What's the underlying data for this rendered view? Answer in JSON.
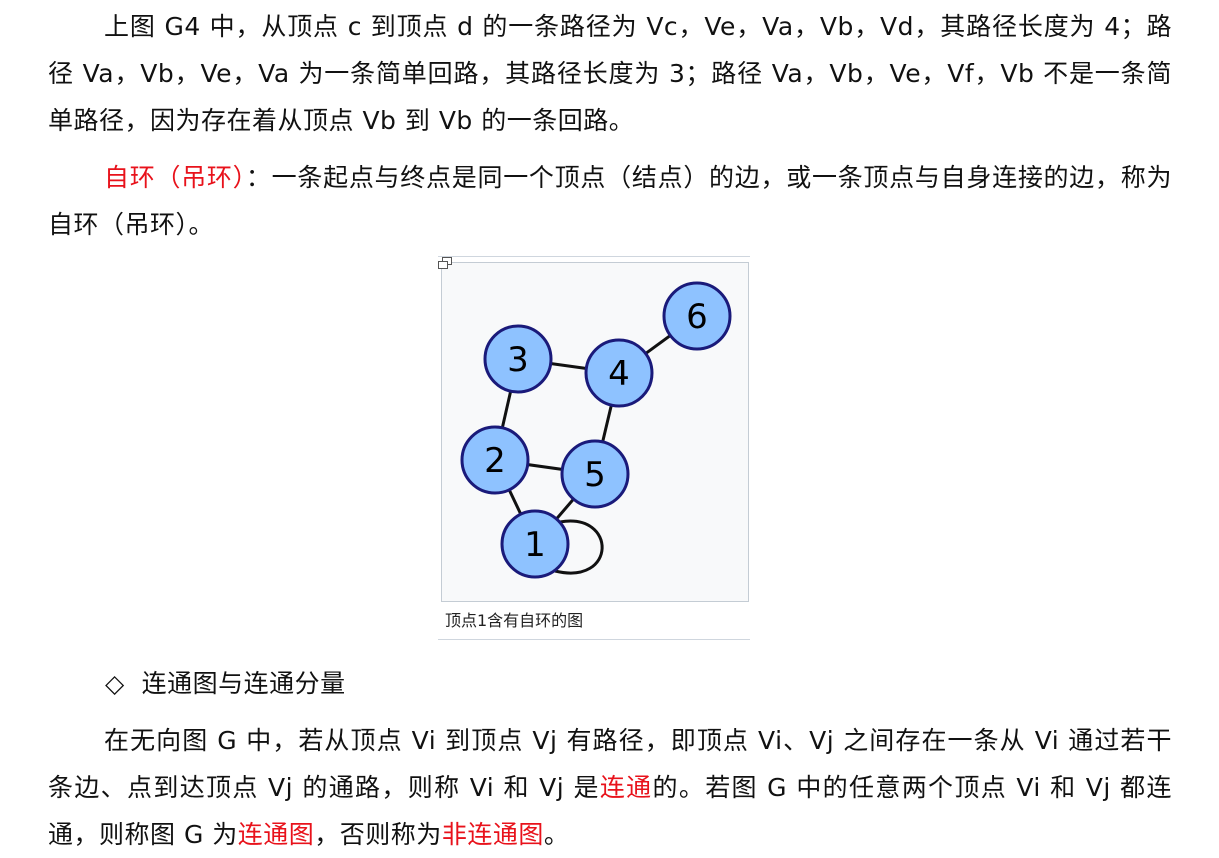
{
  "paragraphs": {
    "p1": "上图 G4 中，从顶点 c 到顶点 d 的一条路径为 Vc，Ve，Va，Vb，Vd，其路径长度为 4；路径 Va，Vb，Ve，Va 为一条简单回路，其路径长度为 3；路径 Va，Vb，Ve，Vf，Vb 不是一条简单路径，因为存在着从顶点 Vb 到 Vb 的一条回路。",
    "p2_term": "自环（吊环）",
    "p2_text": "：一条起点与终点是同一个顶点（结点）的边，或一条顶点与自身连接的边，称为自环（吊环）。",
    "p3_a": "在无向图 G 中，若从顶点 Vi 到顶点 Vj 有路径，即顶点 Vi、Vj 之间存在一条从 Vi 通过若干条边、点到达顶点 Vj 的通路，则称 Vi 和 Vj 是",
    "p3_term1": "连通",
    "p3_b": "的。若图 G 中的任意两个顶点 Vi 和 Vj 都连通，则称图 G 为",
    "p3_term2": "连通图",
    "p3_c": "，否则称为",
    "p3_term3": "非连通图",
    "p3_d": "。"
  },
  "figure": {
    "caption": "顶点1含有自环的图",
    "enlarge_icon": "enlarge-icon",
    "node_fill": "#8ec2ff",
    "node_stroke": "#1a1a7a",
    "nodes": [
      {
        "id": "1",
        "label": "1"
      },
      {
        "id": "2",
        "label": "2"
      },
      {
        "id": "3",
        "label": "3"
      },
      {
        "id": "4",
        "label": "4"
      },
      {
        "id": "5",
        "label": "5"
      },
      {
        "id": "6",
        "label": "6"
      }
    ],
    "edges": [
      [
        "1",
        "1"
      ],
      [
        "1",
        "2"
      ],
      [
        "1",
        "5"
      ],
      [
        "2",
        "5"
      ],
      [
        "2",
        "3"
      ],
      [
        "3",
        "4"
      ],
      [
        "4",
        "5"
      ],
      [
        "4",
        "6"
      ]
    ]
  },
  "section": {
    "bullet": "◇",
    "title": "连通图与连通分量"
  },
  "colors": {
    "emphasis": "#e8121b"
  }
}
